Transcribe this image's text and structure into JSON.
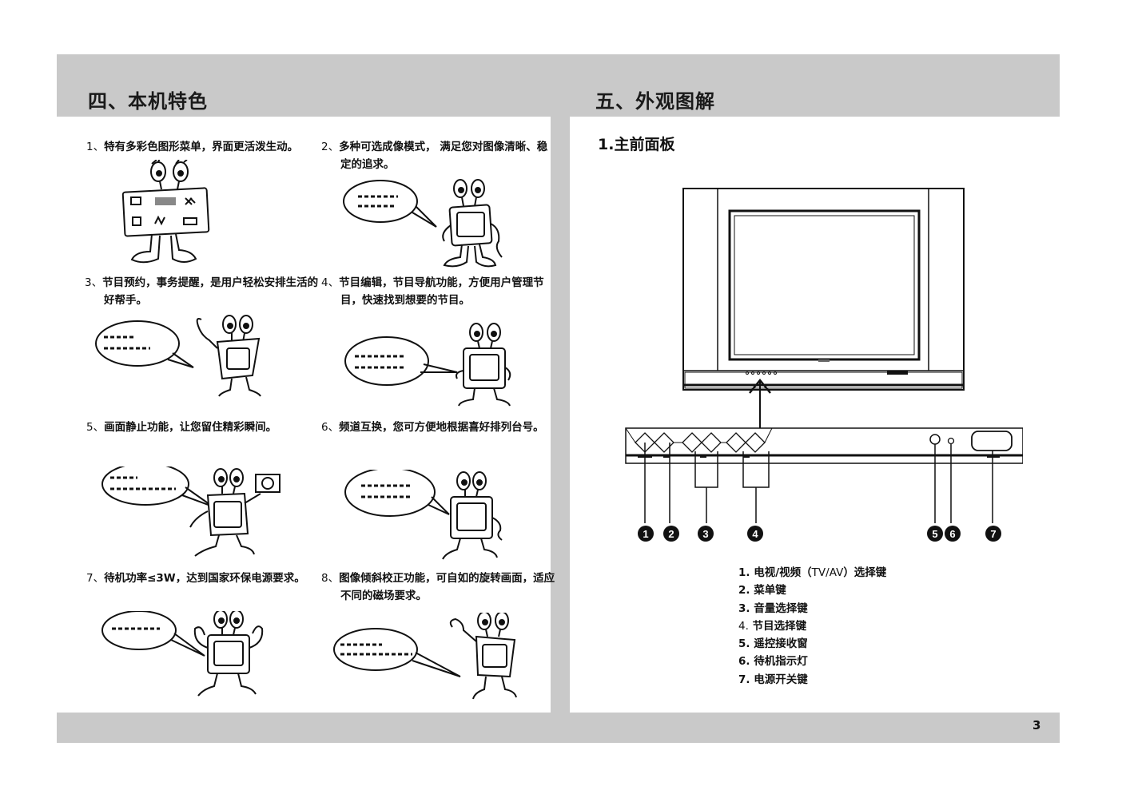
{
  "header": {
    "left_title": "四、本机特色",
    "right_title": "五、外观图解"
  },
  "features": [
    {
      "num": "1、",
      "text": "特有多彩色图形菜单，界面更活泼生动。"
    },
    {
      "num": "2、",
      "text": "多种可选成像模式， 满足您对图像清晰、稳定的追求。"
    },
    {
      "num": "3、",
      "text": "节目预约，事务提醒，是用户轻松安排生活的好帮手。"
    },
    {
      "num": "4、",
      "text": "节目编辑，节目导航功能，方便用户管理节目，快速找到想要的节目。"
    },
    {
      "num": "5、",
      "text": "画面静止功能，让您留住精彩瞬间。"
    },
    {
      "num": "6、",
      "text": "频道互换，您可方便地根据喜好排列台号。"
    },
    {
      "num": "7、",
      "text": "待机功率≤3W，达到国家环保电源要求。"
    },
    {
      "num": "8、",
      "text": "图像倾斜校正功能，可自如的旋转画面，适应不同的磁场要求。"
    }
  ],
  "panel": {
    "title": "1.主前面板",
    "callouts": [
      "1",
      "2",
      "3",
      "4",
      "5",
      "6",
      "7"
    ]
  },
  "legend": [
    {
      "num": "1.",
      "text": "电视/视频（",
      "mid": "TV/AV",
      "tail": "）选择键"
    },
    {
      "num": "2.",
      "text": "菜单键",
      "mid": "",
      "tail": ""
    },
    {
      "num": "3.",
      "text": "音量选择键",
      "mid": "",
      "tail": ""
    },
    {
      "num": "4.",
      "text": "节目选择键",
      "mid": "",
      "tail": ""
    },
    {
      "num": "5.",
      "text": "遥控接收窗",
      "mid": "",
      "tail": ""
    },
    {
      "num": "6.",
      "text": "待机指示灯",
      "mid": "",
      "tail": ""
    },
    {
      "num": "7.",
      "text": "电源开关键",
      "mid": "",
      "tail": ""
    }
  ],
  "footer": {
    "page_number": "3"
  }
}
